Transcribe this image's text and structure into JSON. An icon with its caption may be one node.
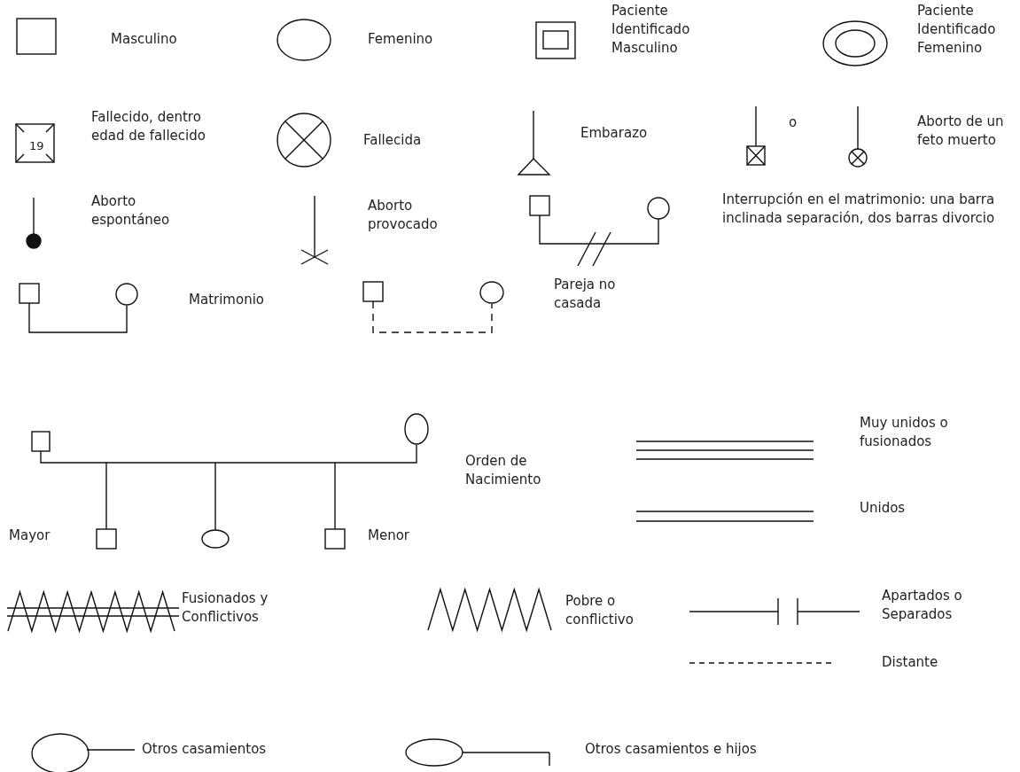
{
  "diagram": {
    "labels": [
      "19",
      "o",
      "Mayor",
      "Menor"
    ],
    "legend": [
      {
        "text": "Masculino"
      },
      {
        "text": "Femenino"
      },
      {
        "text": "Paciente Identificado Masculino"
      },
      {
        "text": "Paciente Identificado Femenino"
      },
      {
        "text": "Fallecido, dentro edad de fallecido"
      },
      {
        "text": "Fallecida"
      },
      {
        "text": "Embarazo"
      },
      {
        "text": "Aborto de un feto muerto"
      },
      {
        "text": "Aborto espontáneo"
      },
      {
        "text": "Aborto provocado"
      },
      {
        "text": "Interrupción en el matrimonio: una barra inclinada separación, dos barras divorcio"
      },
      {
        "text": "Matrimonio"
      },
      {
        "text": "Pareja no casada"
      },
      {
        "text": "Orden de Nacimiento"
      },
      {
        "text": "Muy unidos o fusionados"
      },
      {
        "text": "Unidos"
      },
      {
        "text": "Fusionados y Conflictivos"
      },
      {
        "text": "Pobre o conflictivo"
      },
      {
        "text": "Apartados o Separados"
      },
      {
        "text": "Distante"
      },
      {
        "text": "Otros casamientos"
      },
      {
        "text": "Otros casamientos e hijos"
      }
    ]
  }
}
